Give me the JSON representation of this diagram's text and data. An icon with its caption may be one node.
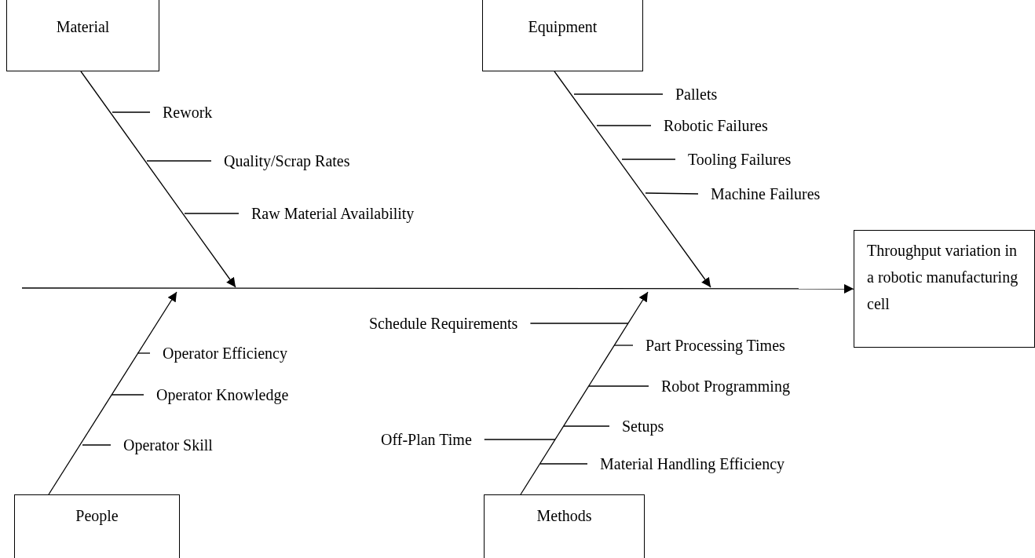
{
  "diagram": {
    "nodes": [
      {
        "text": [
          "Material"
        ]
      },
      {
        "text": [
          "Rework"
        ]
      },
      {
        "text": [
          "Quality/Scrap Rates"
        ]
      },
      {
        "text": [
          "Raw Material Availability"
        ]
      },
      {
        "text": [
          "Equipment"
        ]
      },
      {
        "text": [
          "Pallets"
        ]
      },
      {
        "text": [
          "Robotic Failures"
        ]
      },
      {
        "text": [
          "Tooling Failures"
        ]
      },
      {
        "text": [
          "Machine Failures"
        ]
      },
      {
        "text": [
          "Throughput variation in a robotic manufacturing cell"
        ]
      },
      {
        "text": [
          "People"
        ]
      },
      {
        "text": [
          "Operator Efficiency"
        ]
      },
      {
        "text": [
          "Operator Knowledge"
        ]
      },
      {
        "text": [
          "Operator Skill"
        ]
      },
      {
        "text": [
          "Methods"
        ]
      },
      {
        "text": [
          "Schedule Requirements"
        ]
      },
      {
        "text": [
          "Part Processing Times"
        ]
      },
      {
        "text": [
          "Robot Programming"
        ]
      },
      {
        "text": [
          "Setups"
        ]
      },
      {
        "text": [
          "Off-Plan Time"
        ]
      },
      {
        "text": [
          "Material Handling Efficiency"
        ]
      }
    ],
    "edges": [
      {
        "from": null,
        "to": 9,
        "arrow": "to"
      },
      {
        "from": 0,
        "to": null,
        "arrow": "to"
      },
      {
        "from": 4,
        "to": null,
        "arrow": "to"
      },
      {
        "from": 10,
        "to": null,
        "arrow": "to"
      },
      {
        "from": 14,
        "to": null,
        "arrow": "to"
      },
      {
        "from": 1,
        "to": null,
        "arrow": "none"
      },
      {
        "from": 2,
        "to": null,
        "arrow": "none"
      },
      {
        "from": 3,
        "to": null,
        "arrow": "none"
      },
      {
        "from": 5,
        "to": null,
        "arrow": "none"
      },
      {
        "from": 6,
        "to": null,
        "arrow": "none"
      },
      {
        "from": 7,
        "to": null,
        "arrow": "none"
      },
      {
        "from": 8,
        "to": null,
        "arrow": "none"
      },
      {
        "from": 11,
        "to": null,
        "arrow": "none"
      },
      {
        "from": 12,
        "to": null,
        "arrow": "none"
      },
      {
        "from": 13,
        "to": null,
        "arrow": "none"
      },
      {
        "from": 15,
        "to": null,
        "arrow": "none"
      },
      {
        "from": 16,
        "to": null,
        "arrow": "none"
      },
      {
        "from": 17,
        "to": null,
        "arrow": "none"
      },
      {
        "from": 18,
        "to": null,
        "arrow": "none"
      },
      {
        "from": 19,
        "to": null,
        "arrow": "none"
      },
      {
        "from": 20,
        "to": null,
        "arrow": "none"
      }
    ]
  }
}
